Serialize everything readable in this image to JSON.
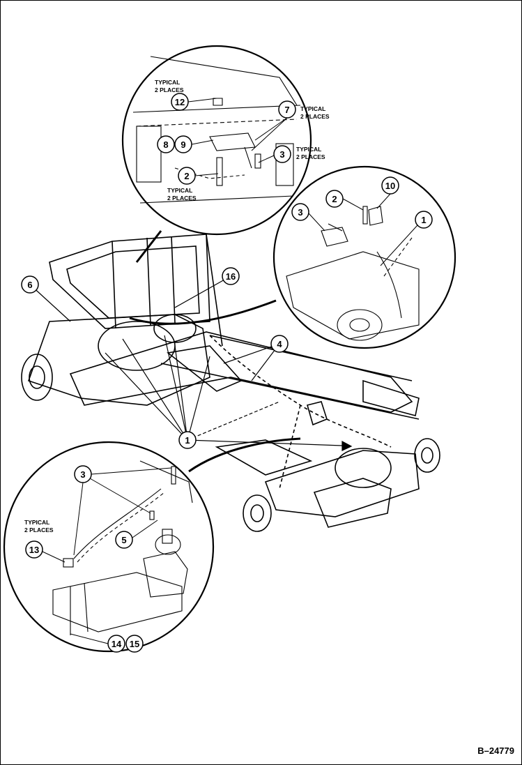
{
  "figure": {
    "number": "B–24779"
  },
  "notes": {
    "typical_2_places": [
      "TYPICAL",
      "2 PLACES"
    ]
  },
  "callouts": {
    "c1": "1",
    "c2": "2",
    "c3": "3",
    "c4": "4",
    "c5": "5",
    "c6": "6",
    "c7": "7",
    "c8": "8",
    "c9": "9",
    "c10": "10",
    "c12": "12",
    "c13": "13",
    "c14": "14",
    "c15": "15",
    "c16": "16"
  },
  "colors": {
    "line": "#000000",
    "background": "#ffffff"
  }
}
